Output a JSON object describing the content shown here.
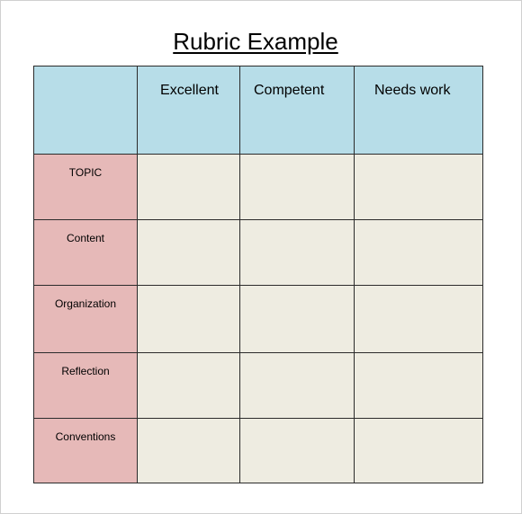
{
  "document": {
    "title": "Rubric Example"
  },
  "table": {
    "columns": [
      "",
      "Excellent",
      "Competent",
      "Needs work"
    ],
    "rows": [
      {
        "label": "TOPIC"
      },
      {
        "label": "Content"
      },
      {
        "label": "Organization"
      },
      {
        "label": "Reflection"
      },
      {
        "label": "Conventions"
      }
    ]
  },
  "colors": {
    "header_fill": "#b7dde8",
    "row_label_fill": "#e6b9b8",
    "cell_fill": "#eeece1",
    "border": "#2b2b2b"
  }
}
